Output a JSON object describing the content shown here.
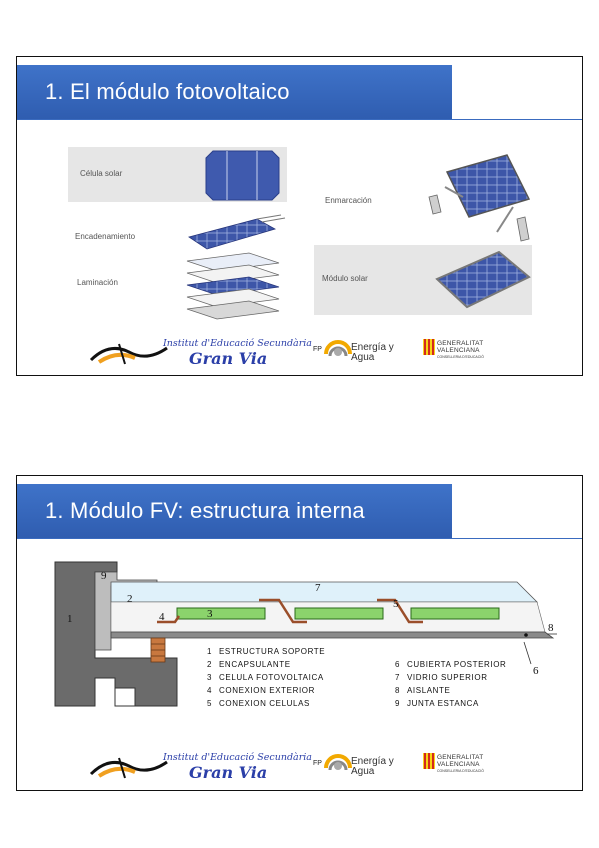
{
  "slides": [
    {
      "title": "1. El módulo fotovoltaico",
      "labels": {
        "celula": "Célula solar",
        "encadenamiento": "Encadenamiento",
        "laminacion": "Laminación",
        "enmarcacion": "Enmarcación",
        "modulo": "Módulo solar"
      }
    },
    {
      "title": "1. Módulo FV: estructura interna",
      "numbers": [
        "1",
        "2",
        "3",
        "4",
        "5",
        "6",
        "7",
        "8",
        "9"
      ],
      "legend_left": [
        {
          "num": "1",
          "text": "ESTRUCTURA SOPORTE"
        },
        {
          "num": "2",
          "text": "ENCAPSULANTE"
        },
        {
          "num": "3",
          "text": "CELULA FOTOVOLTAICA"
        },
        {
          "num": "4",
          "text": "CONEXION EXTERIOR"
        },
        {
          "num": "5",
          "text": "CONEXION CELULAS"
        }
      ],
      "legend_right": [
        {
          "num": "6",
          "text": "CUBIERTA POSTERIOR"
        },
        {
          "num": "7",
          "text": "VIDRIO SUPERIOR"
        },
        {
          "num": "8",
          "text": "AISLANTE"
        },
        {
          "num": "9",
          "text": "JUNTA ESTANCA"
        }
      ]
    }
  ],
  "footer": {
    "school_line1": "Institut d'Educació Secundària",
    "school_line2": "Gran Via",
    "fp": "FP",
    "energia_line1": "Energía y",
    "energia_line2": "Agua",
    "gen_line1": "GENERALITAT",
    "gen_line2": "VALENCIANA",
    "gen_line3": "CONSELLERIA D'EDUCACIÓ"
  }
}
